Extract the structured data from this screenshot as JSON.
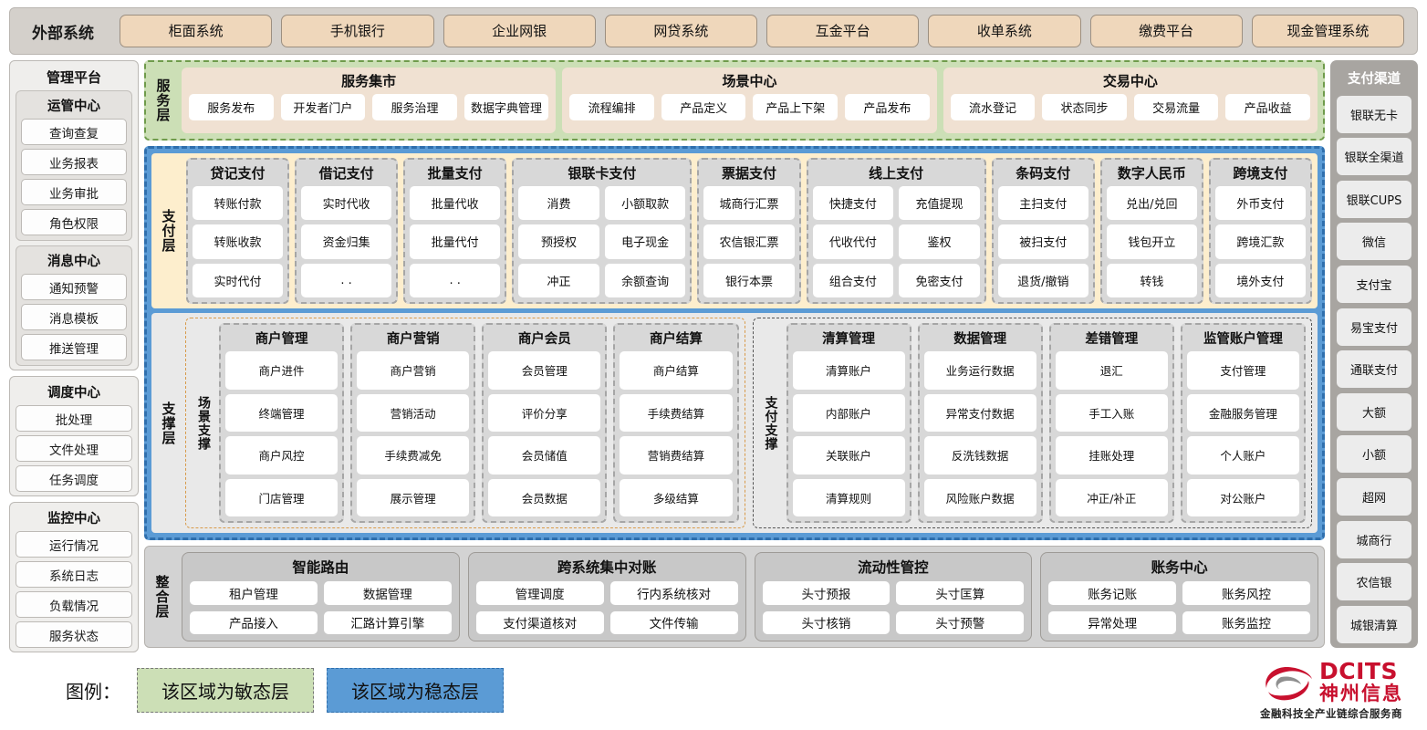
{
  "external": {
    "title": "外部系统",
    "items": [
      "柜面系统",
      "手机银行",
      "企业网银",
      "网贷系统",
      "互金平台",
      "收单系统",
      "缴费平台",
      "现金管理系统"
    ]
  },
  "left": {
    "title": "管理平台",
    "sections": [
      {
        "title": "运管中心",
        "items": [
          "查询查复",
          "业务报表",
          "业务审批",
          "角色权限"
        ]
      },
      {
        "title": "消息中心",
        "items": [
          "通知预警",
          "消息模板",
          "推送管理"
        ]
      }
    ],
    "standalone": [
      {
        "title": "调度中心",
        "items": [
          "批处理",
          "文件处理",
          "任务调度"
        ]
      },
      {
        "title": "监控中心",
        "items": [
          "运行情况",
          "系统日志",
          "负载情况",
          "服务状态"
        ]
      }
    ]
  },
  "service_layer": {
    "label": "服务层",
    "groups": [
      {
        "title": "服务集市",
        "items": [
          "服务发布",
          "开发者门户",
          "服务治理",
          "数据字典管理"
        ]
      },
      {
        "title": "场景中心",
        "items": [
          "流程编排",
          "产品定义",
          "产品上下架",
          "产品发布"
        ]
      },
      {
        "title": "交易中心",
        "items": [
          "流水登记",
          "状态同步",
          "交易流量",
          "产品收益"
        ]
      }
    ]
  },
  "payment_layer": {
    "label": "支付层",
    "groups": [
      {
        "title": "贷记支付",
        "columns": [
          [
            "转账付款",
            "转账收款",
            "实时代付"
          ]
        ]
      },
      {
        "title": "借记支付",
        "columns": [
          [
            "实时代收",
            "资金归集",
            ". ."
          ]
        ]
      },
      {
        "title": "批量支付",
        "columns": [
          [
            "批量代收",
            "批量代付",
            ". ."
          ]
        ]
      },
      {
        "title": "银联卡支付",
        "wide": true,
        "columns": [
          [
            "消费",
            "预授权",
            "冲正"
          ],
          [
            "小额取款",
            "电子现金",
            "余额查询"
          ]
        ]
      },
      {
        "title": "票据支付",
        "columns": [
          [
            "城商行汇票",
            "农信银汇票",
            "银行本票"
          ]
        ]
      },
      {
        "title": "线上支付",
        "wide": true,
        "columns": [
          [
            "快捷支付",
            "代收代付",
            "组合支付"
          ],
          [
            "充值提现",
            "鉴权",
            "免密支付"
          ]
        ]
      },
      {
        "title": "条码支付",
        "columns": [
          [
            "主扫支付",
            "被扫支付",
            "退货/撤销"
          ]
        ]
      },
      {
        "title": "数字人民币",
        "columns": [
          [
            "兑出/兑回",
            "钱包开立",
            "转钱"
          ]
        ]
      },
      {
        "title": "跨境支付",
        "columns": [
          [
            "外币支付",
            "跨境汇款",
            "境外支付"
          ]
        ]
      }
    ]
  },
  "support_layer": {
    "label": "支撑层",
    "blocks": [
      {
        "label": "场景支撑",
        "groups": [
          {
            "title": "商户管理",
            "items": [
              "商户进件",
              "终端管理",
              "商户风控",
              "门店管理"
            ]
          },
          {
            "title": "商户营销",
            "items": [
              "商户营销",
              "营销活动",
              "手续费减免",
              "展示管理"
            ]
          },
          {
            "title": "商户会员",
            "items": [
              "会员管理",
              "评价分享",
              "会员储值",
              "会员数据"
            ]
          },
          {
            "title": "商户结算",
            "items": [
              "商户结算",
              "手续费结算",
              "营销费结算",
              "多级结算"
            ]
          }
        ]
      },
      {
        "label": "支付支撑",
        "groups": [
          {
            "title": "清算管理",
            "items": [
              "清算账户",
              "内部账户",
              "关联账户",
              "清算规则"
            ]
          },
          {
            "title": "数据管理",
            "items": [
              "业务运行数据",
              "异常支付数据",
              "反洗钱数据",
              "风险账户数据"
            ]
          },
          {
            "title": "差错管理",
            "items": [
              "退汇",
              "手工入账",
              "挂账处理",
              "冲正/补正"
            ]
          },
          {
            "title": "监管账户管理",
            "items": [
              "支付管理",
              "金融服务管理",
              "个人账户",
              "对公账户"
            ]
          }
        ]
      }
    ]
  },
  "integration_layer": {
    "label": "整合层",
    "groups": [
      {
        "title": "智能路由",
        "items": [
          "租户管理",
          "数据管理",
          "产品接入",
          "汇路计算引擎"
        ]
      },
      {
        "title": "跨系统集中对账",
        "items": [
          "管理调度",
          "行内系统核对",
          "支付渠道核对",
          "文件传输"
        ]
      },
      {
        "title": "流动性管控",
        "items": [
          "头寸预报",
          "头寸匡算",
          "头寸核销",
          "头寸预警"
        ]
      },
      {
        "title": "账务中心",
        "items": [
          "账务记账",
          "账务风控",
          "异常处理",
          "账务监控"
        ]
      }
    ]
  },
  "right": {
    "title": "支付渠道",
    "items": [
      "银联无卡",
      "银联全渠道",
      "银联CUPS",
      "微信",
      "支付宝",
      "易宝支付",
      "通联支付",
      "大额",
      "小额",
      "超网",
      "城商行",
      "农信银",
      "城银清算"
    ]
  },
  "legend": {
    "label": "图例：",
    "agile": "该区域为敏态层",
    "stable": "该区域为稳态层"
  },
  "logo": {
    "en": "DCITS",
    "cn": "神州信息",
    "tagline": "金融科技全产业链综合服务商"
  },
  "colors": {
    "agile_green": "#ccdfb6",
    "stable_blue": "#5b9bd5",
    "payment_cream": "#fdeecd",
    "external_chip": "#efd7bb",
    "brand_red": "#c8102e"
  }
}
